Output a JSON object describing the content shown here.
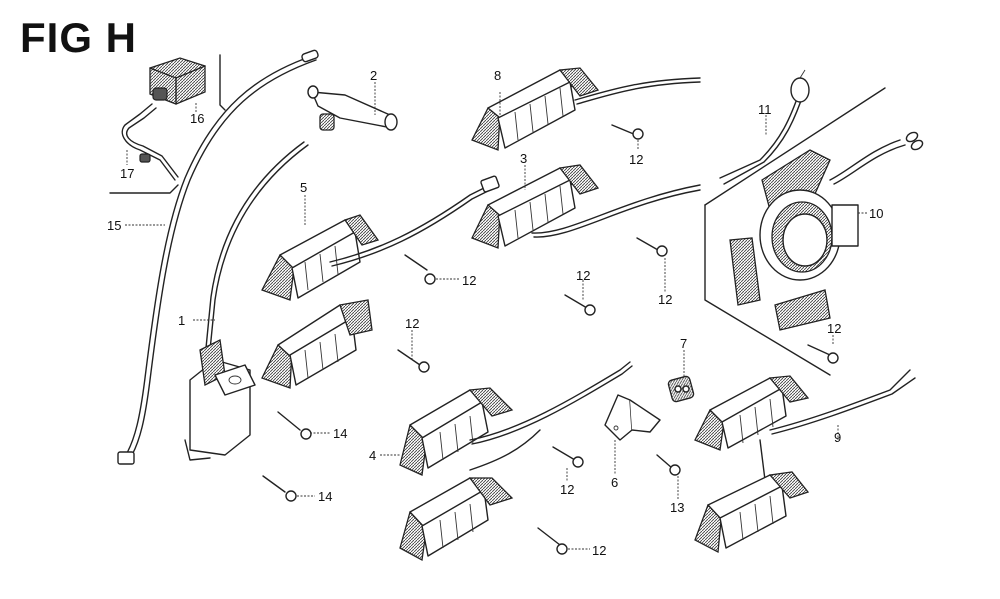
{
  "figure": {
    "title": "FIG H",
    "type": "exploded parts diagram",
    "callouts": [
      {
        "ref": "1"
      },
      {
        "ref": "2"
      },
      {
        "ref": "3"
      },
      {
        "ref": "4"
      },
      {
        "ref": "5"
      },
      {
        "ref": "6"
      },
      {
        "ref": "7"
      },
      {
        "ref": "8"
      },
      {
        "ref": "9"
      },
      {
        "ref": "10"
      },
      {
        "ref": "11"
      },
      {
        "ref": "12"
      },
      {
        "ref": "13"
      },
      {
        "ref": "14"
      },
      {
        "ref": "15"
      },
      {
        "ref": "16"
      },
      {
        "ref": "17"
      }
    ],
    "labels": {
      "c1": "1",
      "c2": "2",
      "c3": "3",
      "c4": "4",
      "c5": "5",
      "c6": "6",
      "c7": "7",
      "c8": "8",
      "c9": "9",
      "c10": "10",
      "c11": "11",
      "c12": "12",
      "c13": "13",
      "c14": "14",
      "c15": "15",
      "c16": "16",
      "c17": "17"
    }
  }
}
